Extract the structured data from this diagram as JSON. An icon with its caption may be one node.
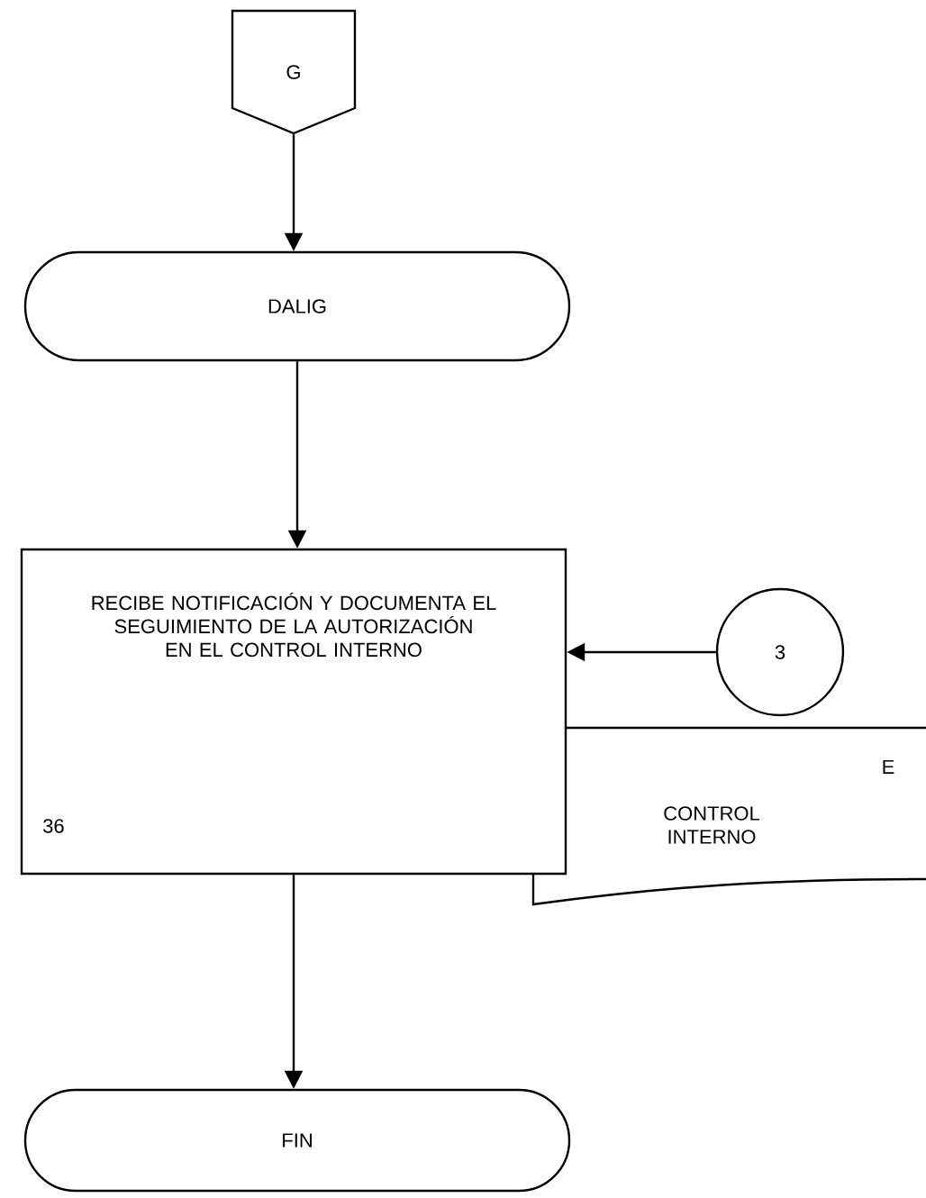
{
  "diagram": {
    "nodes": [
      {
        "text": [
          "G"
        ]
      },
      {
        "text": [
          "DALIG"
        ]
      },
      {
        "text": [
          "RECIBE NOTIFICACIÓN Y DOCUMENTA EL SEGUIMIENTO DE LA AUTORIZACIÓN EN EL CONTROL INTERNO",
          "36"
        ]
      },
      {
        "text": [
          "3"
        ]
      },
      {
        "text": [
          "E",
          "CONTROL INTERNO"
        ]
      },
      {
        "text": [
          "FIN"
        ]
      }
    ],
    "edges": [
      {
        "from": 0,
        "to": 1,
        "arrow": "to"
      },
      {
        "from": 1,
        "to": 2,
        "arrow": "to"
      },
      {
        "from": 3,
        "to": 2,
        "arrow": "to"
      },
      {
        "from": 2,
        "to": 5,
        "arrow": "to"
      }
    ]
  }
}
